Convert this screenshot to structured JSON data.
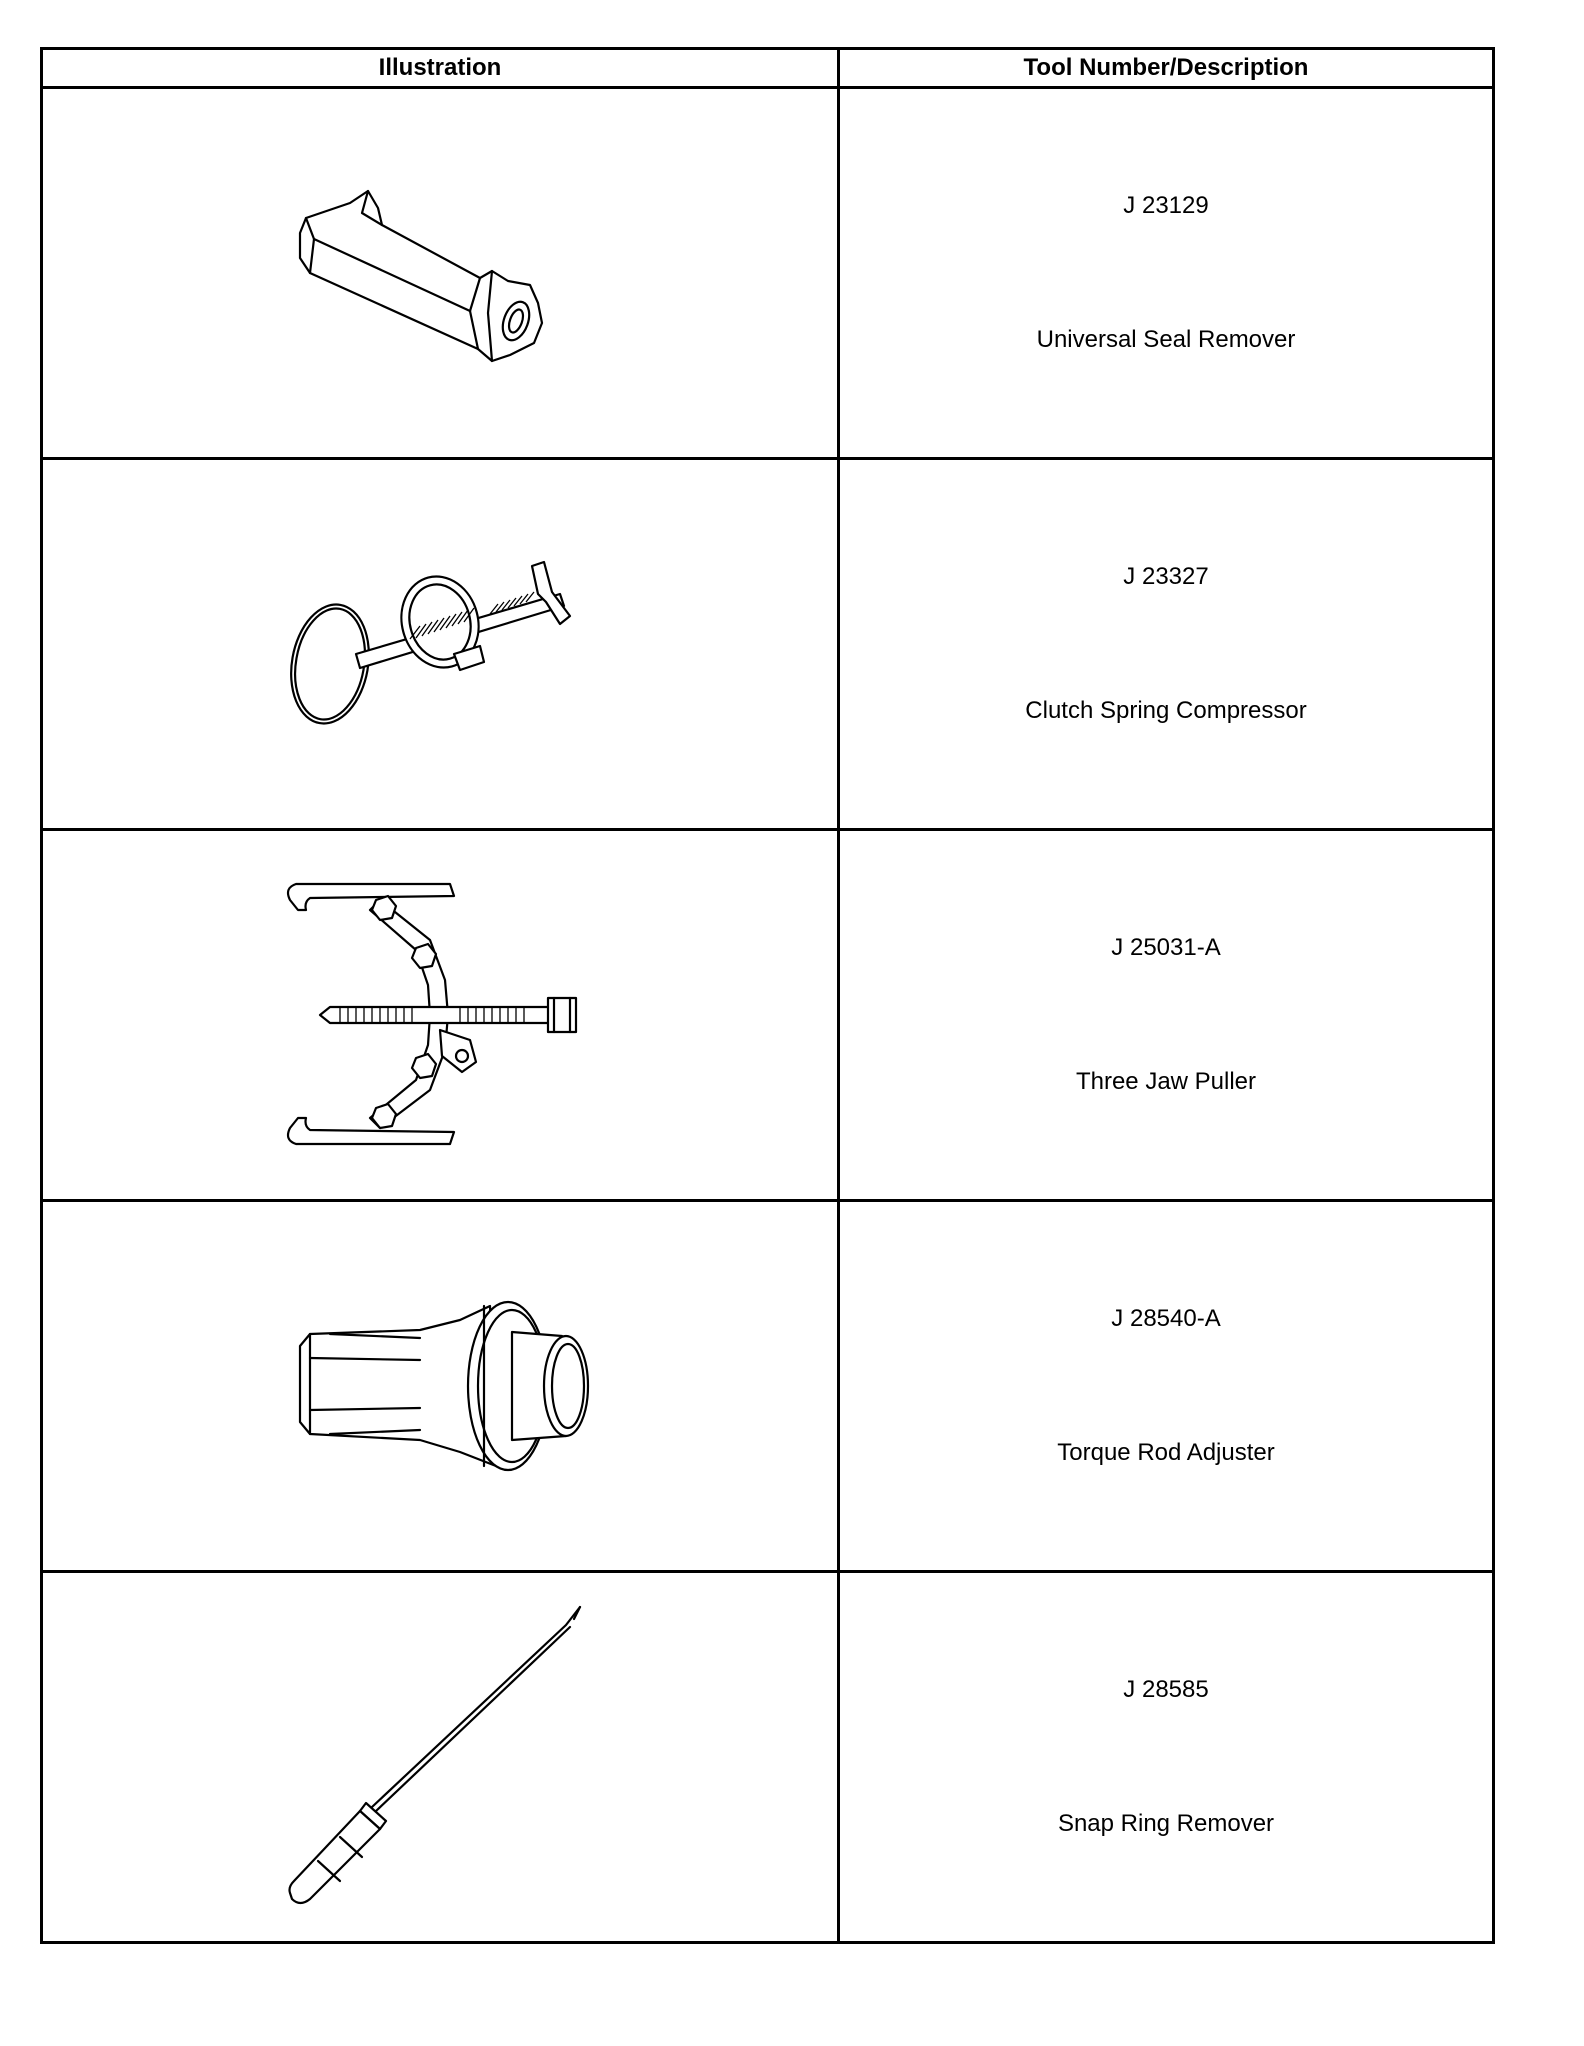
{
  "table": {
    "headers": {
      "illustration": "Illustration",
      "tool": "Tool Number/Description"
    },
    "rows": [
      {
        "number": "J 23129",
        "description": "Universal Seal Remover",
        "icon": "seal-remover-illustration"
      },
      {
        "number": "J 23327",
        "description": "Clutch Spring Compressor",
        "icon": "spring-compressor-illustration"
      },
      {
        "number": "J 25031-A",
        "description": "Three Jaw Puller",
        "icon": "jaw-puller-illustration"
      },
      {
        "number": "J 28540-A",
        "description": "Torque Rod Adjuster",
        "icon": "torque-rod-adjuster-illustration"
      },
      {
        "number": "J 28585",
        "description": "Snap Ring Remover",
        "icon": "snap-ring-remover-illustration"
      }
    ]
  }
}
